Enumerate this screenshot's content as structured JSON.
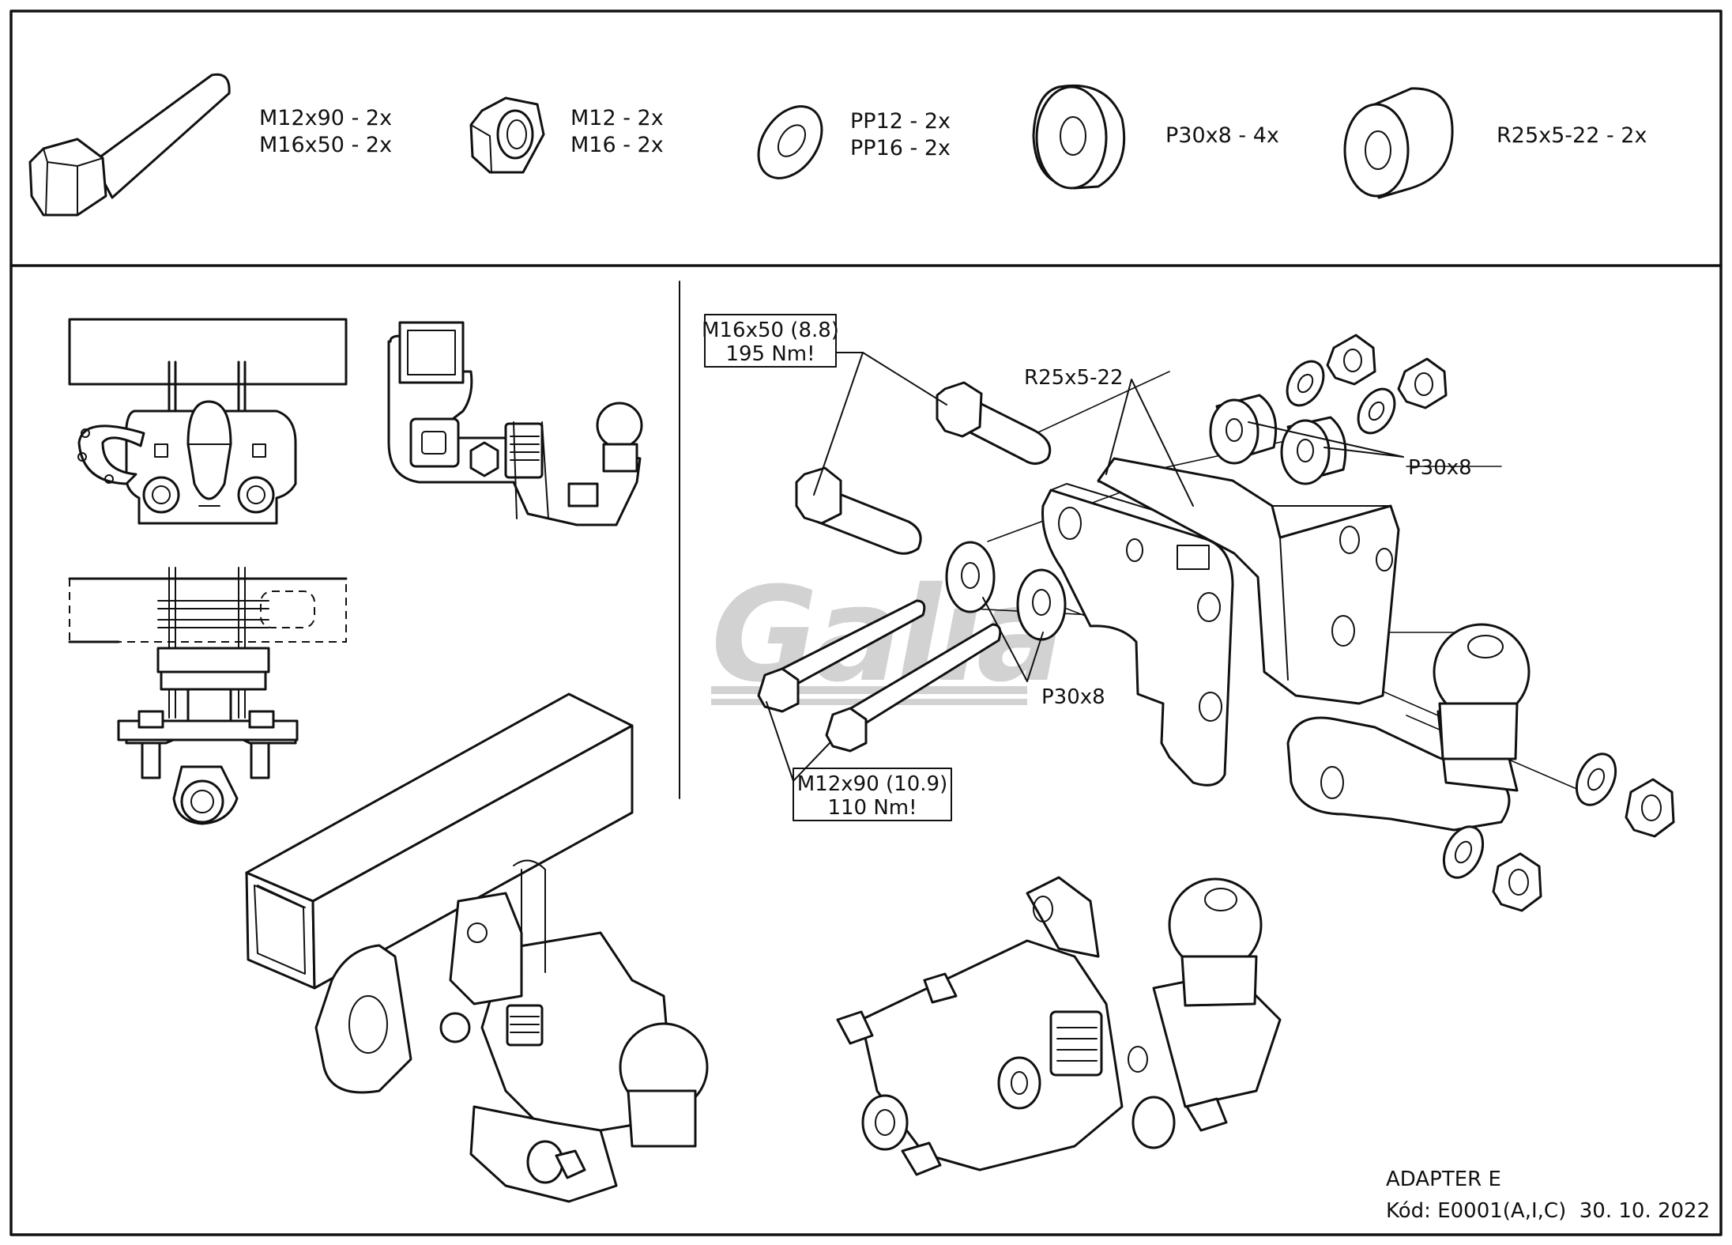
{
  "parts_list": [
    {
      "icon": "bolt-icon",
      "lines": [
        "M12x90 - 2x",
        "M16x50 - 2x"
      ]
    },
    {
      "icon": "hex-nut-icon",
      "lines": [
        "M12 - 2x",
        "M16 - 2x"
      ]
    },
    {
      "icon": "washer-icon",
      "lines": [
        "PP12 - 2x",
        "PP16 - 2x"
      ]
    },
    {
      "icon": "spacer-ring-icon",
      "lines": [
        "P30x8 - 4x"
      ]
    },
    {
      "icon": "spacer-sleeve-icon",
      "lines": [
        "R25x5-22 - 2x"
      ]
    }
  ],
  "callouts": {
    "m16": [
      "M16x50 (8.8)",
      "195 Nm!"
    ],
    "m12": [
      "M12x90 (10.9)",
      "110 Nm!"
    ],
    "r25": "R25x5-22",
    "p30_right": "P30x8",
    "p30_lower": "P30x8"
  },
  "watermark": "Galia",
  "footer": {
    "title": "ADAPTER E",
    "code_line": "Kód: E0001(A,I,C)  30. 10. 2022"
  },
  "colors": {
    "line": "#111111",
    "background": "#ffffff",
    "watermark": "#cfcfcf"
  }
}
